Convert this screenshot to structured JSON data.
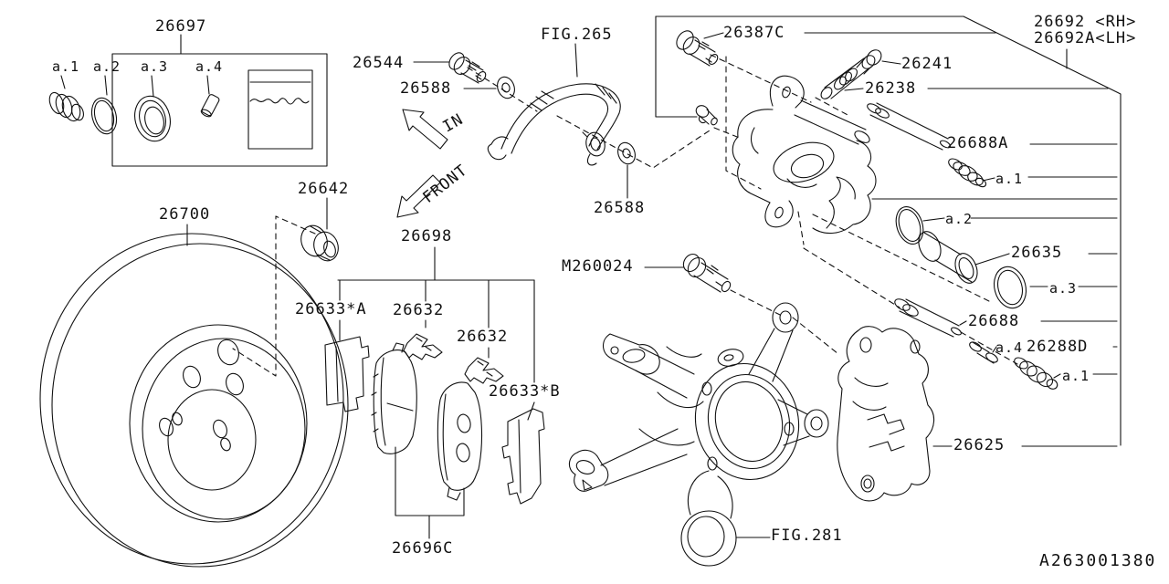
{
  "diagram": {
    "figure_code": "A263001380",
    "arrows": {
      "in": "IN",
      "front": "FRONT"
    },
    "labels": [
      {
        "id": "26697",
        "text": "26697"
      },
      {
        "id": "kit-a1",
        "text": "a.1"
      },
      {
        "id": "kit-a2",
        "text": "a.2"
      },
      {
        "id": "kit-a3",
        "text": "a.3"
      },
      {
        "id": "kit-a4",
        "text": "a.4"
      },
      {
        "id": "26544",
        "text": "26544"
      },
      {
        "id": "26588-top",
        "text": "26588"
      },
      {
        "id": "fig265",
        "text": "FIG.265"
      },
      {
        "id": "26387C",
        "text": "26387C"
      },
      {
        "id": "26692-rh",
        "text": "26692 <RH>"
      },
      {
        "id": "26692A-lh",
        "text": "26692A<LH>"
      },
      {
        "id": "26241",
        "text": "26241"
      },
      {
        "id": "26238",
        "text": "26238"
      },
      {
        "id": "26688A",
        "text": "26688A"
      },
      {
        "id": "a1-upper",
        "text": "a.1"
      },
      {
        "id": "a2",
        "text": "a.2"
      },
      {
        "id": "26635",
        "text": "26635"
      },
      {
        "id": "a3",
        "text": "a.3"
      },
      {
        "id": "26688",
        "text": "26688"
      },
      {
        "id": "a4",
        "text": "a.4"
      },
      {
        "id": "26288D",
        "text": "26288D"
      },
      {
        "id": "a1-lower",
        "text": "a.1"
      },
      {
        "id": "26588-mid",
        "text": "26588"
      },
      {
        "id": "26642",
        "text": "26642"
      },
      {
        "id": "26700",
        "text": "26700"
      },
      {
        "id": "26698",
        "text": "26698"
      },
      {
        "id": "26633A",
        "text": "26633*A"
      },
      {
        "id": "26632-1",
        "text": "26632"
      },
      {
        "id": "26632-2",
        "text": "26632"
      },
      {
        "id": "26633B",
        "text": "26633*B"
      },
      {
        "id": "M260024",
        "text": "M260024"
      },
      {
        "id": "26696C",
        "text": "26696C"
      },
      {
        "id": "fig281",
        "text": "FIG.281"
      },
      {
        "id": "26625",
        "text": "26625"
      },
      {
        "id": "footer",
        "text": "A263001380"
      }
    ]
  }
}
